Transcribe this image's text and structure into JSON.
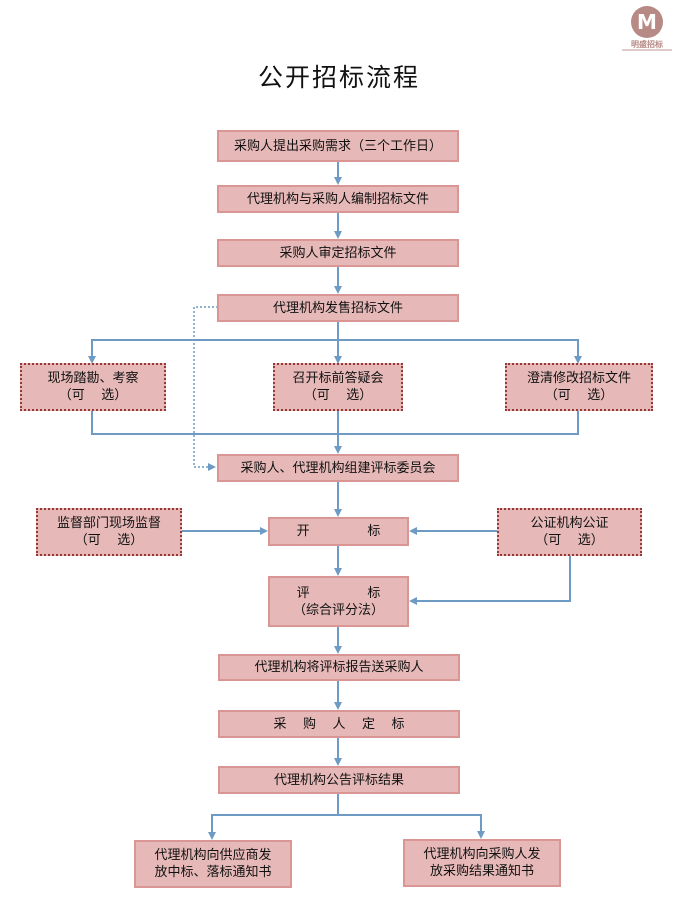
{
  "logo": {
    "name": "明盛招标",
    "glyph": "M",
    "color": "#b88a86"
  },
  "title": "公开招标流程",
  "colors": {
    "box_fill": "#e6b9b8",
    "box_border": "#d99694",
    "optional_border": "#953735",
    "connector": "#6d9bc3"
  },
  "steps": {
    "s1": "采购人提出采购需求（三个工作日）",
    "s2": "代理机构与采购人编制招标文件",
    "s3": "采购人审定招标文件",
    "s4": "代理机构发售招标文件",
    "opt_site_visit": "现场踏勘、考察\n（可    选）",
    "opt_pre_bid": "召开标前答疑会\n（可    选）",
    "opt_clarify": "澄清修改招标文件\n（可    选）",
    "s5": "采购人、代理机构组建评标委员会",
    "opt_supervision": "监督部门现场监督\n（可    选）",
    "s6": "开              标",
    "opt_notary": "公证机构公证\n（可    选）",
    "s7": "评              标\n（综合评分法）",
    "s8": "代理机构将评标报告送采购人",
    "s9": "采    购    人    定    标",
    "s10": "代理机构公告评标结果",
    "s11a": "代理机构向供应商发\n放中标、落标通知书",
    "s11b": "代理机构向采购人发\n放采购结果通知书"
  }
}
